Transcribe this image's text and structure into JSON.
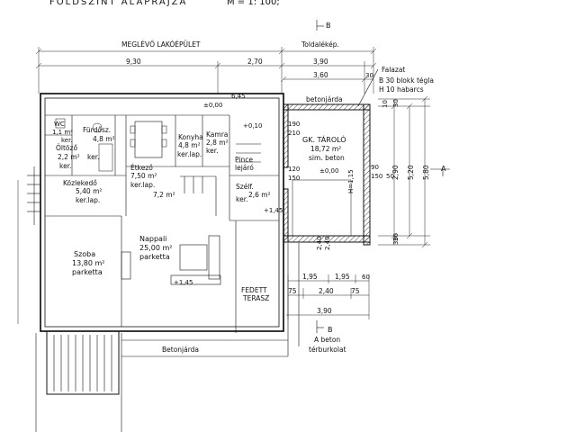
{
  "header": {
    "title": "FÖLDSZINT ALAPRAJZA",
    "scale": "M = 1: 100;"
  },
  "section_marks": {
    "top": "B",
    "bottom": "B",
    "right": "A"
  },
  "dimension_labels": {
    "existing_building": "MEGLÉVŐ LAKÓÉPÜLET",
    "toilet": "Toldalékép."
  },
  "dimensions_top": [
    "9,30",
    "2,70",
    "3,90",
    "3,60",
    "30"
  ],
  "dimensions_right": [
    "30",
    "2,90",
    "5,20",
    "5,80",
    "30"
  ],
  "dimensions_bottom": [
    "1,95",
    "1,95",
    "60",
    "75",
    "2,40",
    "75",
    "3,90"
  ],
  "dimensions_misc": [
    "6,45",
    "190",
    "210",
    "120",
    "150",
    "90",
    "150",
    "50",
    "2,40",
    "2,40",
    "H=1,15",
    "10",
    "30"
  ],
  "levels": [
    "±0,00",
    "+0,10",
    "±0,00",
    "+1,45",
    "+1,45"
  ],
  "wall_legend": {
    "title": "Falazat",
    "line1": "B 30 blokk tégla",
    "line2": "H 10 habarcs"
  },
  "rooms": [
    {
      "name": "WC",
      "area": "1,1 m²",
      "floor": "ker."
    },
    {
      "name": "Fürdősz.",
      "area": "4,8 m²",
      "floor": "ker."
    },
    {
      "name": "Öltöző",
      "area": "2,2 m²",
      "floor": "ker."
    },
    {
      "name": "Konyha",
      "area": "4,8 m²",
      "floor": "ker.lap."
    },
    {
      "name": "Kamra",
      "area": "2,8 m²",
      "floor": "ker."
    },
    {
      "name": "Étkező",
      "area": "7,50 m²",
      "floor": "ker.lap."
    },
    {
      "name": "Pince",
      "area": "lejáró",
      "floor": ""
    },
    {
      "name": "Közlekedő",
      "area": "5,40 m²",
      "floor": "ker.lap."
    },
    {
      "name": "Szélf.",
      "area": "2,6 m²",
      "floor": "ker."
    },
    {
      "name": "Szoba",
      "area": "13,80 m²",
      "floor": "parketta"
    },
    {
      "name": "Nappali",
      "area": "25,00 m²",
      "floor": "parketta"
    },
    {
      "name": "GK. TÁROLÓ",
      "area": "18,72 m²",
      "floor": "sim. beton"
    }
  ],
  "misc_labels": {
    "stair_area": "7,2 m²",
    "terrace_1": "FEDETT",
    "terrace_2": "TERASZ",
    "walkway_top": "betonjárda",
    "walkway_bottom": "Betonjárda",
    "paving_1": "A beton",
    "paving_2": "térburkolat"
  }
}
